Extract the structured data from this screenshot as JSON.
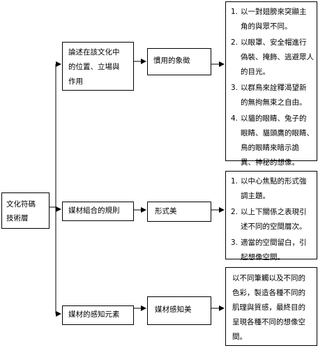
{
  "root": {
    "line1": "文化符碼",
    "line2": "技術層"
  },
  "rows": [
    {
      "category": {
        "lines": [
          "論述在該文化中",
          "的位置、立場與",
          "作用"
        ]
      },
      "concept": "慣用的象徵",
      "detail_items": [
        {
          "num": "1.",
          "lines": [
            "以一對翅膀來突顯主",
            "角的與眾不同。"
          ]
        },
        {
          "num": "2.",
          "lines": [
            "以眼罩、安全帽進行",
            "偽裝、掩飾、逃避眾人",
            "的目光。"
          ]
        },
        {
          "num": "3.",
          "lines": [
            "以群鳥來詮釋渴望新",
            "的無拘無束之自由。"
          ]
        },
        {
          "num": "4.",
          "lines": [
            "以貓的眼睛、兔子的",
            "眼睛、貓頭鷹的眼睛、",
            "鳥的眼睛來暗示詭",
            "異、神秘的想像。"
          ]
        }
      ]
    },
    {
      "category": {
        "lines": [
          "媒材組合的規則"
        ]
      },
      "concept": "形式美",
      "detail_items": [
        {
          "num": "1.",
          "lines": [
            "以中心焦點的形式強",
            "調主題。"
          ]
        },
        {
          "num": "2.",
          "lines": [
            "以上下關係之表現引",
            "述不同的空間層次。"
          ]
        },
        {
          "num": "3.",
          "lines": [
            "適當的空間留白，引",
            "起想像空間。"
          ]
        }
      ]
    },
    {
      "category": {
        "lines": [
          "媒材的感知元素"
        ]
      },
      "concept": "媒材感知美",
      "detail_paragraph": [
        "以不同筆觸以及不同的",
        "色彩，製造各種不同的",
        "肌理與質感，最終目的",
        "呈現各種不同的想像空",
        "間。"
      ]
    }
  ]
}
